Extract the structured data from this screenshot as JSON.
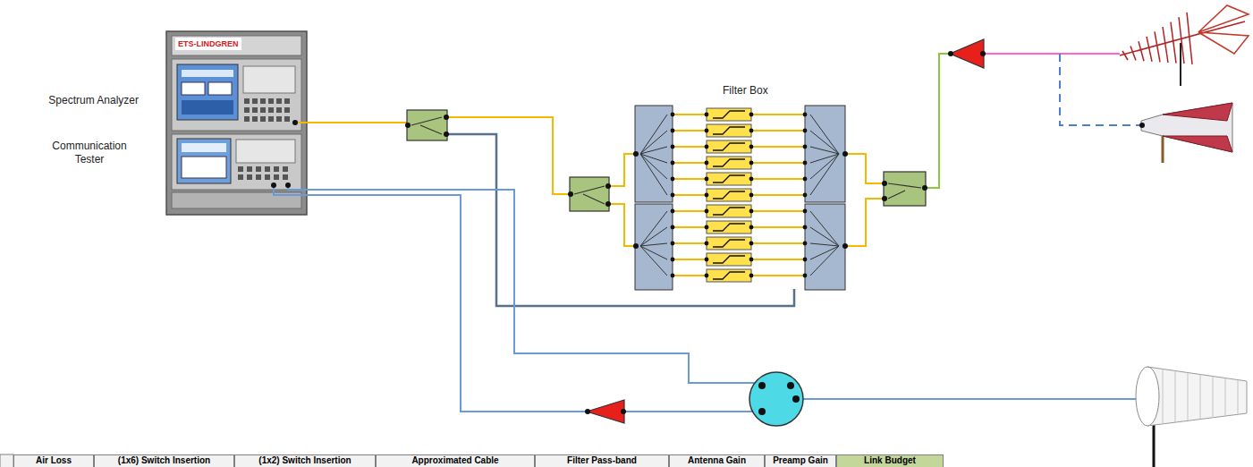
{
  "diagram": {
    "nodes": [
      {
        "text": [
          "ETS-LINDGREN"
        ]
      },
      {
        "text": [
          "Spectrum Analyzer"
        ],
        "in": 0
      },
      {
        "text": [
          "Communication Tester"
        ],
        "in": 0
      }
    ],
    "labels": [
      "Filter Box",
      "Air Loss",
      "(1x6) Switch Insertion",
      "(1x2) Switch Insertion",
      "Approximated Cable",
      "Filter Pass-band",
      "Antenna Gain",
      "Preamp Gain",
      "Link Budget"
    ]
  }
}
